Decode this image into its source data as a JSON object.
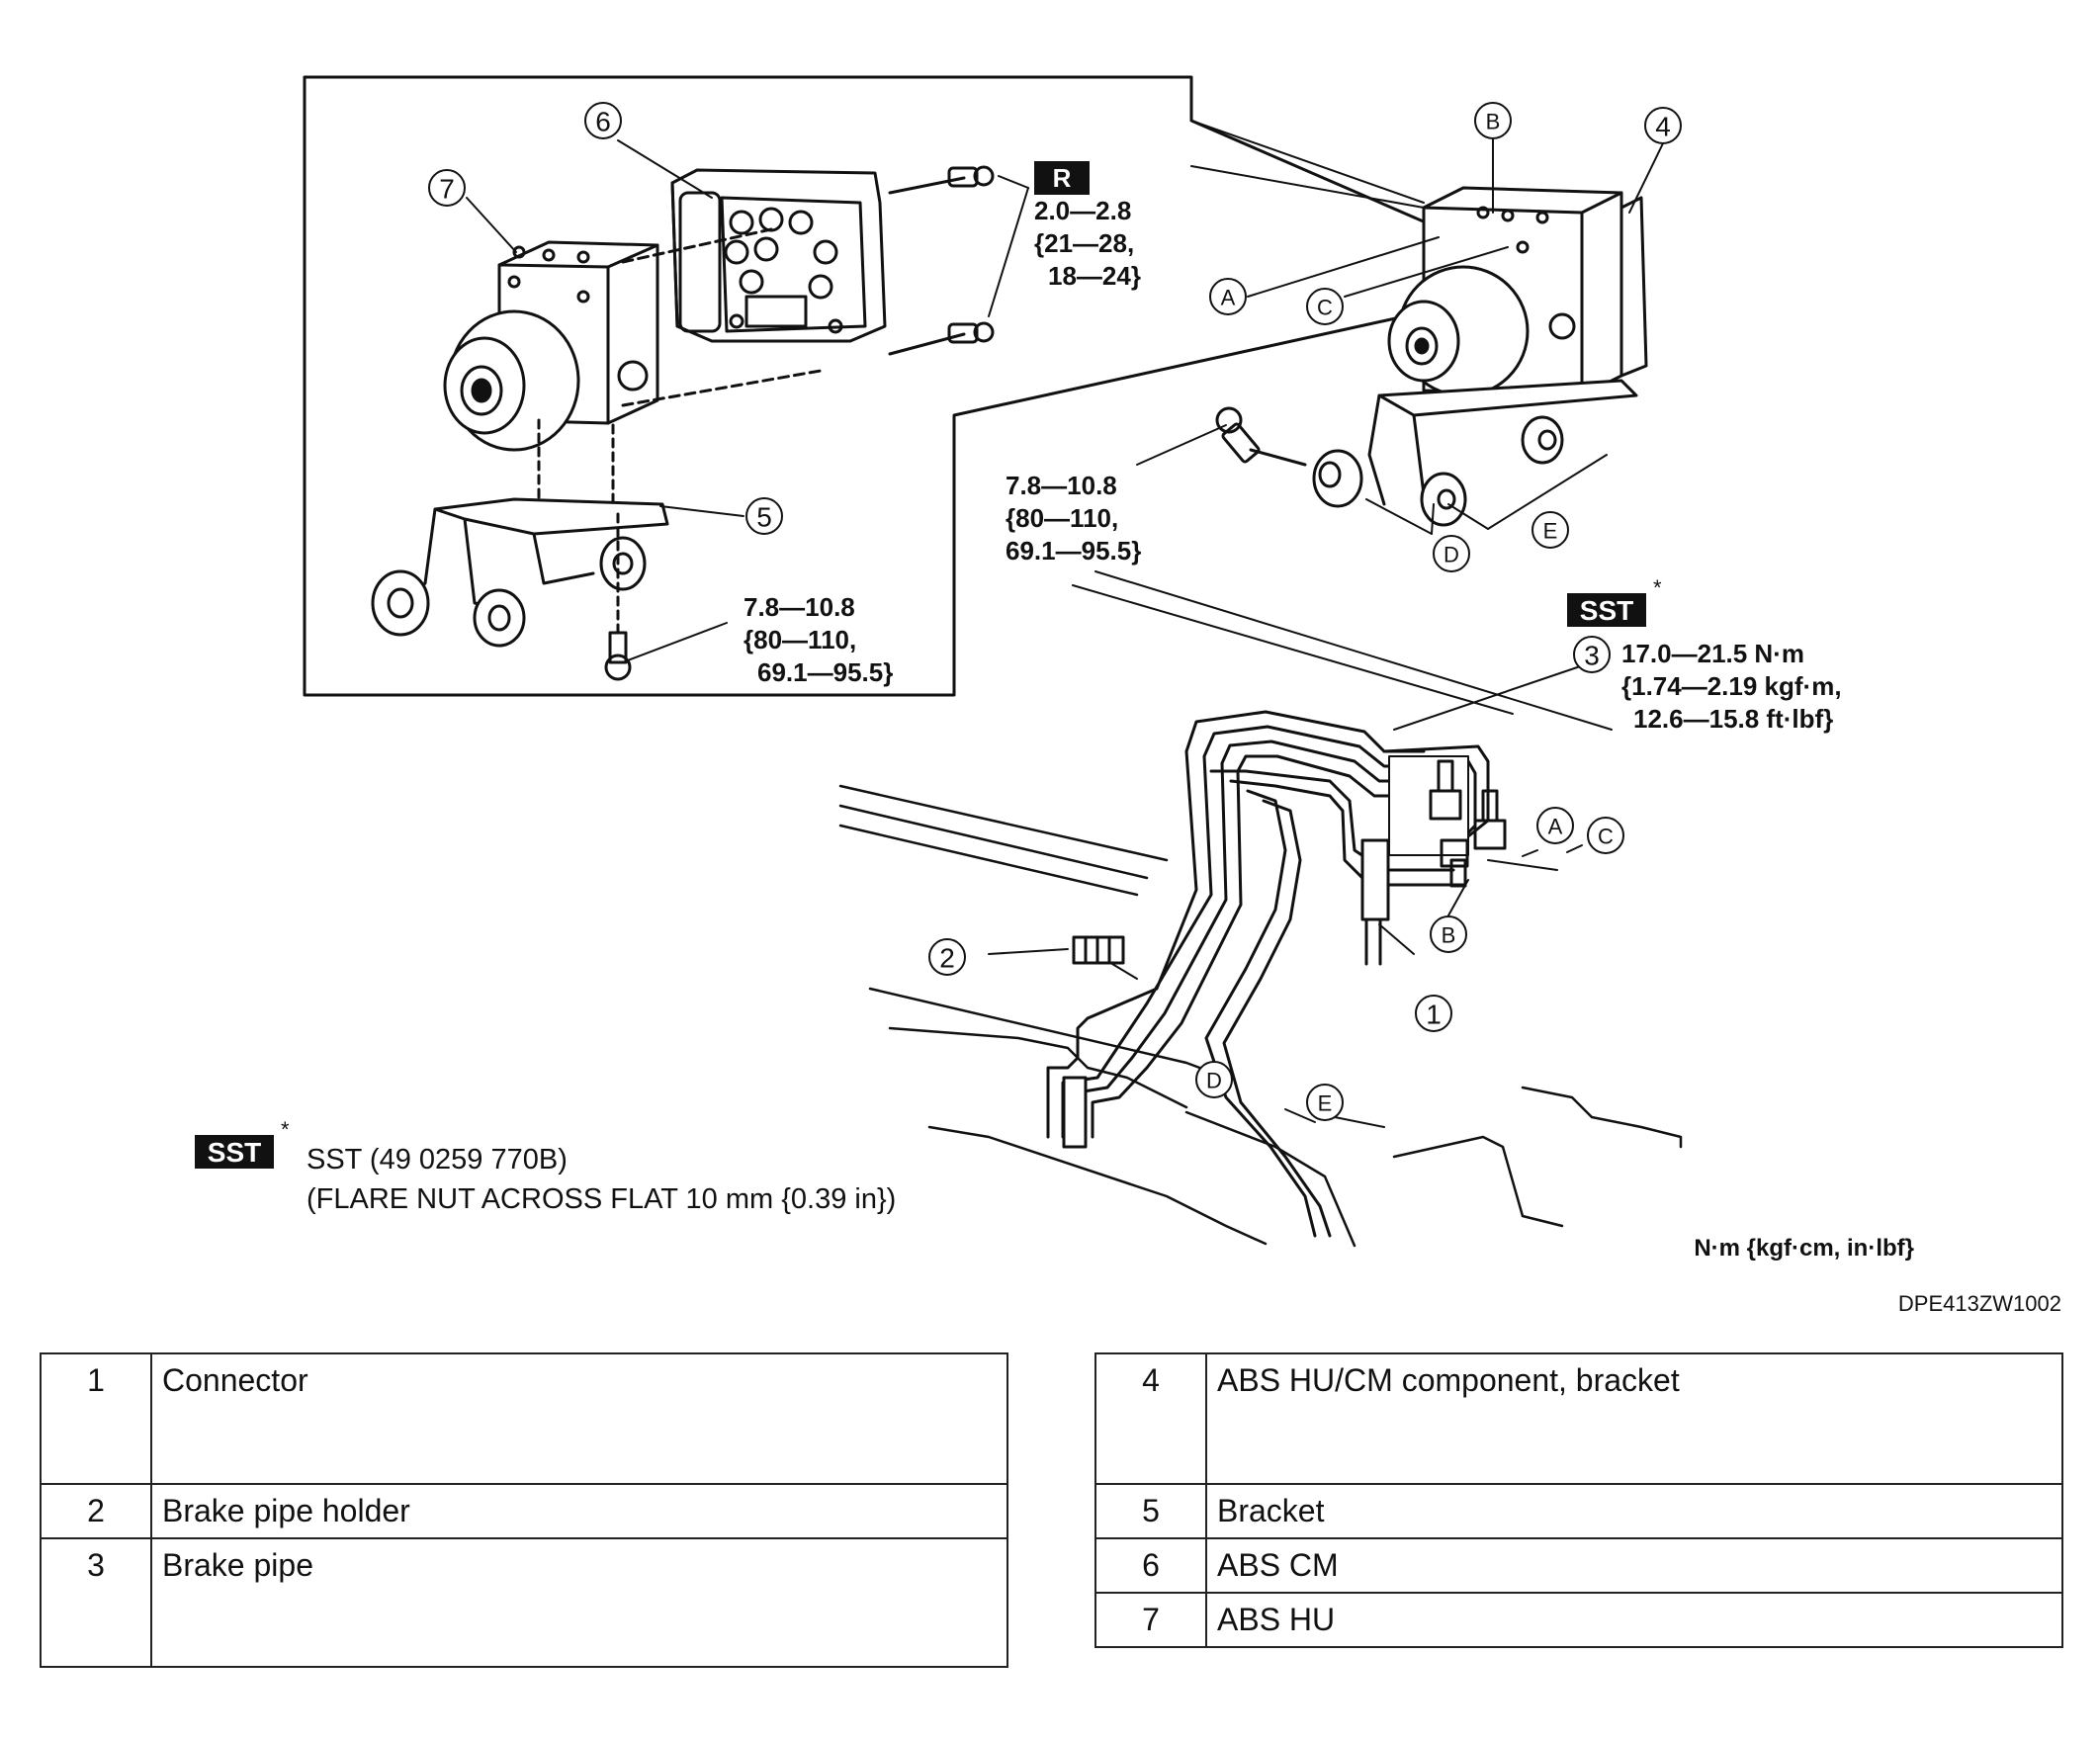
{
  "diagram": {
    "callouts": {
      "c1": "1",
      "c2": "2",
      "c3": "3",
      "c4": "4",
      "c5": "5",
      "c6": "6",
      "c7": "7",
      "A": "A",
      "B": "B",
      "C": "C",
      "D": "D",
      "E": "E"
    },
    "badges": {
      "r": "R",
      "sst": "SST",
      "asterisk": "*"
    },
    "torque_cm": [
      "2.0—2.8",
      "{21—28,",
      "18—24}"
    ],
    "torque_bracket_bolt": [
      "7.8—10.8",
      "{80—110,",
      "69.1—95.5}"
    ],
    "torque_mount_bolt": [
      "7.8—10.8",
      "{80—110,",
      "69.1—95.5}"
    ],
    "torque_brake_pipe": [
      "17.0—21.5 N·m",
      "{1.74—2.19 kgf·m,",
      "12.6—15.8 ft·lbf}"
    ],
    "sst_note": [
      "SST (49 0259 770B)",
      "(FLARE NUT ACROSS FLAT 10 mm {0.39 in})"
    ],
    "unit_legend": "N·m {kgf·cm, in·lbf}",
    "figure_code": "DPE413ZW1002"
  },
  "parts_table": {
    "left": [
      {
        "num": "1",
        "name": "Connector"
      },
      {
        "num": "2",
        "name": "Brake pipe holder"
      },
      {
        "num": "3",
        "name": "Brake pipe"
      }
    ],
    "right": [
      {
        "num": "4",
        "name": "ABS HU/CM component, bracket"
      },
      {
        "num": "5",
        "name": "Bracket"
      },
      {
        "num": "6",
        "name": "ABS CM"
      },
      {
        "num": "7",
        "name": "ABS HU"
      }
    ]
  }
}
